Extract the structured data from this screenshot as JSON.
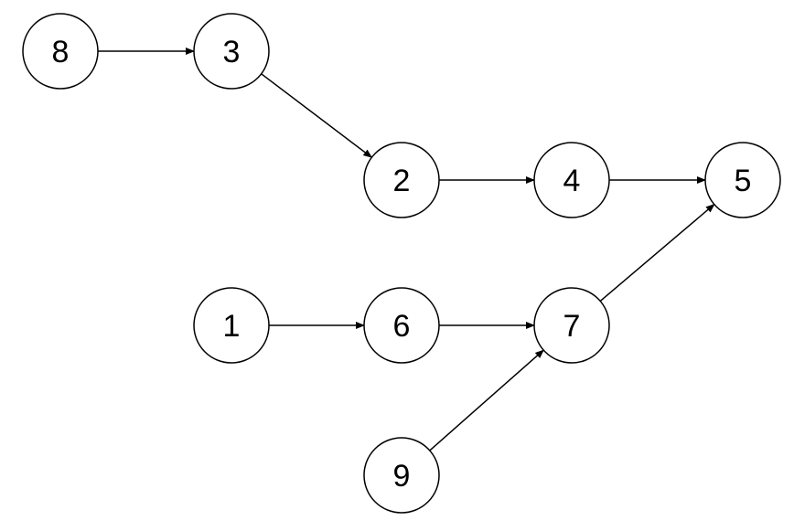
{
  "graph": {
    "nodes": [
      {
        "id": "n8",
        "label": "8"
      },
      {
        "id": "n3",
        "label": "3"
      },
      {
        "id": "n2",
        "label": "2"
      },
      {
        "id": "n4",
        "label": "4"
      },
      {
        "id": "n5",
        "label": "5"
      },
      {
        "id": "n1",
        "label": "1"
      },
      {
        "id": "n6",
        "label": "6"
      },
      {
        "id": "n7",
        "label": "7"
      },
      {
        "id": "n9",
        "label": "9"
      }
    ],
    "edges": [
      {
        "from": "8",
        "to": "3"
      },
      {
        "from": "3",
        "to": "2"
      },
      {
        "from": "2",
        "to": "4"
      },
      {
        "from": "4",
        "to": "5"
      },
      {
        "from": "1",
        "to": "6"
      },
      {
        "from": "6",
        "to": "7"
      },
      {
        "from": "7",
        "to": "5"
      },
      {
        "from": "9",
        "to": "7"
      }
    ],
    "colors": {
      "stroke": "#000000",
      "fill": "#ffffff",
      "text": "#000000"
    }
  }
}
